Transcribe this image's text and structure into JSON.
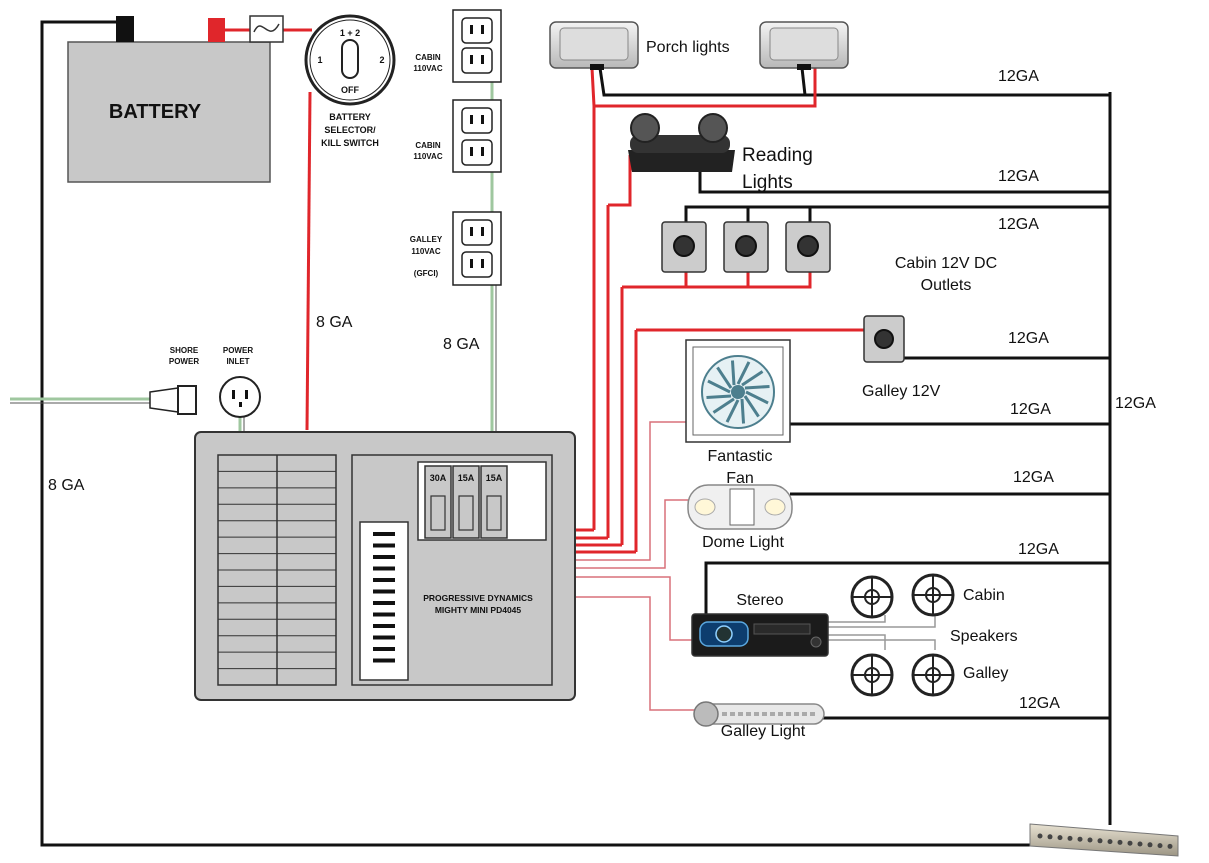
{
  "battery": {
    "label": "BATTERY"
  },
  "selector_switch": {
    "top": "1 + 2",
    "left": "1",
    "right": "2",
    "bottom": "OFF",
    "caption_line1": "BATTERY",
    "caption_line2": "SELECTOR/",
    "caption_line3": "KILL SWITCH"
  },
  "outlets": [
    {
      "line1": "CABIN",
      "line2": "110VAC",
      "line3": ""
    },
    {
      "line1": "CABIN",
      "line2": "110VAC",
      "line3": ""
    },
    {
      "line1": "GALLEY",
      "line2": "110VAC",
      "line3": "(GFCI)"
    }
  ],
  "shore": {
    "shore_power_line1": "SHORE",
    "shore_power_line2": "POWER",
    "inlet_line1": "POWER",
    "inlet_line2": "INLET"
  },
  "wire_gauges": {
    "left_vertical": "8 GA",
    "battery_to_panel": "8 GA",
    "ac_to_panel": "8 GA",
    "porch": "12GA",
    "reading": "12GA",
    "cabin_outlets": "12GA",
    "galley_12v": "12GA",
    "fan": "12GA",
    "dome": "12GA",
    "stereo": "12GA",
    "galley_light": "12GA",
    "bus_vertical": "12GA"
  },
  "panel": {
    "breakers": [
      "30A",
      "15A",
      "15A"
    ],
    "name_line1": "PROGRESSIVE DYNAMICS",
    "name_line2": "MIGHTY MINI PD4045"
  },
  "loads": {
    "porch_lights": "Porch lights",
    "reading_line1": "Reading",
    "reading_line2": "Lights",
    "cabin_outlets_line1": "Cabin 12V DC",
    "cabin_outlets_line2": "Outlets",
    "galley_12v": "Galley 12V",
    "fan_line1": "Fantastic",
    "fan_line2": "Fan",
    "dome_light": "Dome Light",
    "stereo": "Stereo",
    "speakers_cabin": "Cabin",
    "speakers": "Speakers",
    "speakers_galley": "Galley",
    "galley_light": "Galley Light"
  },
  "colors": {
    "positive": "#e0262b",
    "negative": "#111111",
    "ac": "#9fc79f"
  }
}
